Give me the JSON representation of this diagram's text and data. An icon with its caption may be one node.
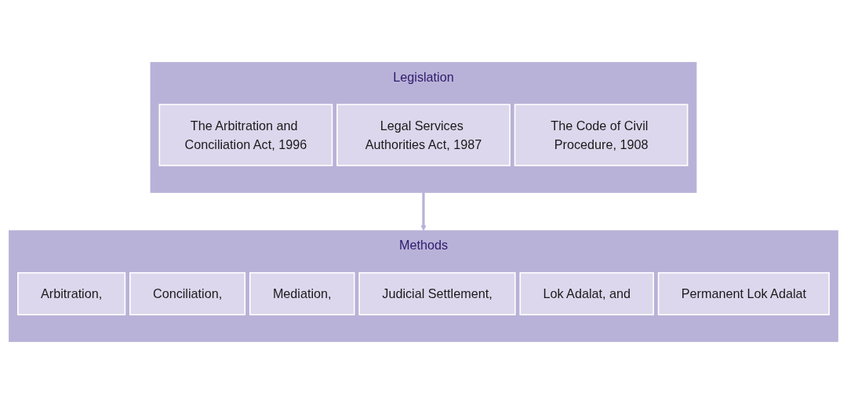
{
  "diagram": {
    "nodes": [
      {
        "text": [
          "Legislation"
        ]
      },
      {
        "text": [
          "The Arbitration and Conciliation Act, 1996"
        ],
        "in": 0
      },
      {
        "text": [
          "Legal Services Authorities Act, 1987"
        ],
        "in": 0
      },
      {
        "text": [
          "The Code of Civil Procedure, 1908"
        ],
        "in": 0
      },
      {
        "text": [
          "Methods"
        ]
      },
      {
        "text": [
          "Arbitration,"
        ],
        "in": 4
      },
      {
        "text": [
          "Conciliation,"
        ],
        "in": 4
      },
      {
        "text": [
          "Mediation,"
        ],
        "in": 4
      },
      {
        "text": [
          "Judicial Settlement,"
        ],
        "in": 4
      },
      {
        "text": [
          "Lok Adalat, and"
        ],
        "in": 4
      },
      {
        "text": [
          "Permanent Lok Adalat"
        ],
        "in": 4
      }
    ],
    "edges": [
      {
        "from": 0,
        "to": 4,
        "arrow": "to"
      }
    ]
  }
}
